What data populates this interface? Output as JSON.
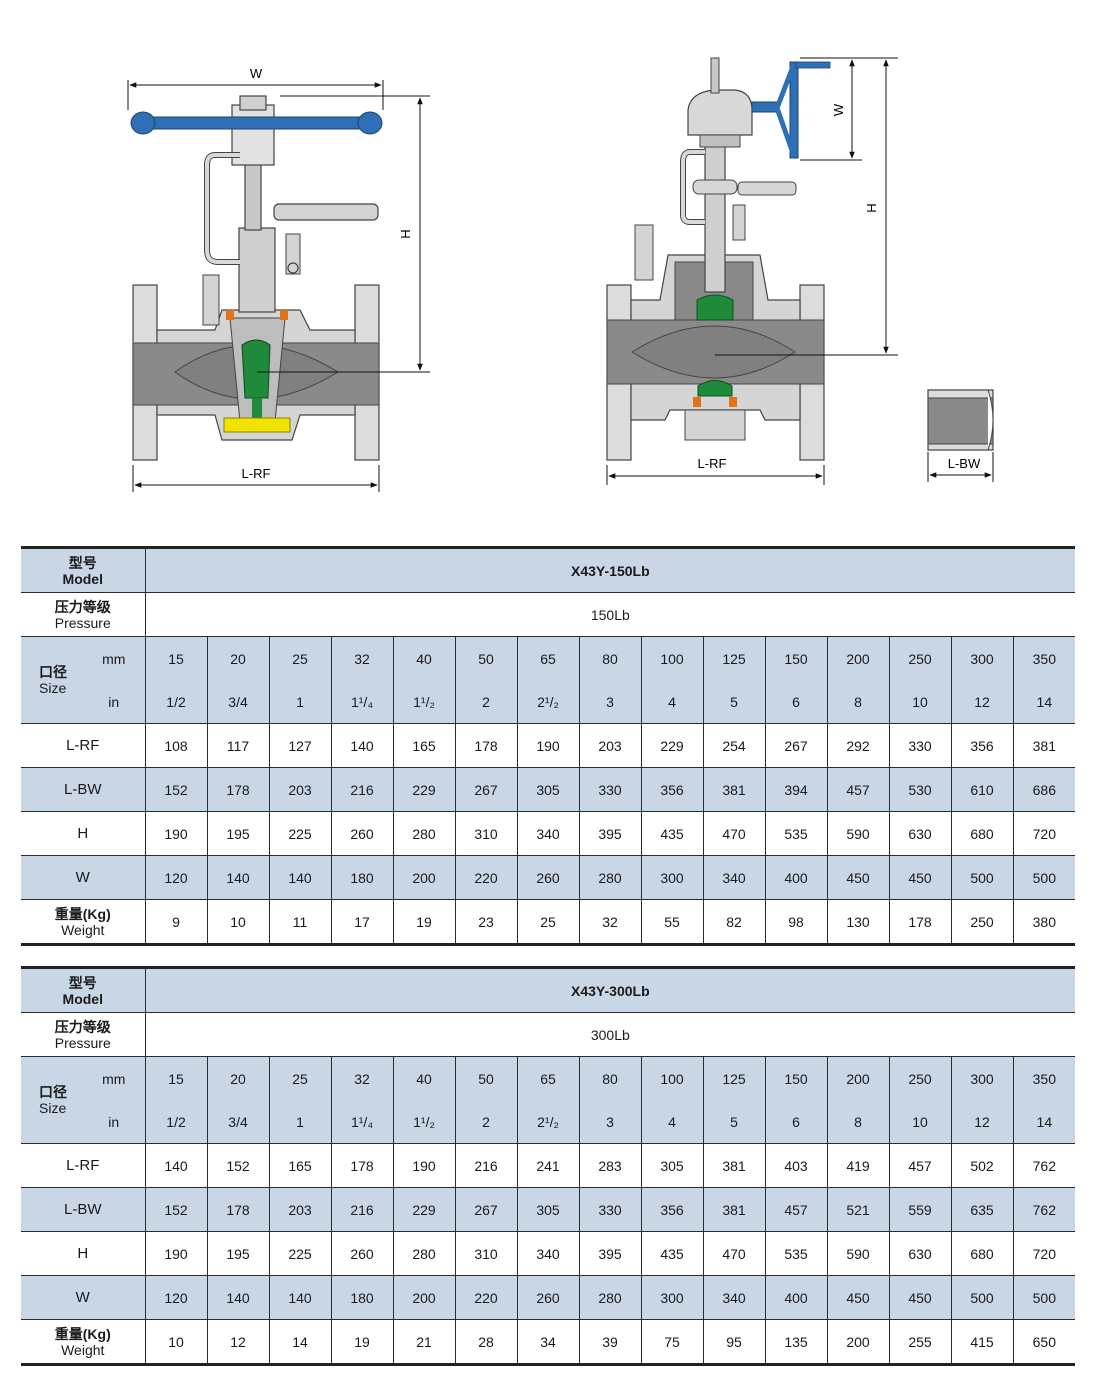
{
  "drawings": {
    "labels": {
      "w": "W",
      "h": "H",
      "l_rf": "L-RF",
      "l_bw": "L-BW"
    },
    "colors": {
      "handle_blue": "#2f6fb5",
      "body_gray": "#8c8c8c",
      "light_gray": "#d8d8d8",
      "plug_green": "#1f8a3a",
      "seal_orange": "#e0731c",
      "cover_yellow": "#f2e200"
    }
  },
  "tables": [
    {
      "model_label_zh": "型号",
      "model_label_en": "Model",
      "model": "X43Y-150Lb",
      "pressure_label_zh": "压力等级",
      "pressure_label_en": "Pressure",
      "pressure": "150Lb",
      "size_label_zh": "口径",
      "size_label_en": "Size",
      "mm_label": "mm",
      "in_label": "in",
      "mm": [
        "15",
        "20",
        "25",
        "32",
        "40",
        "50",
        "65",
        "80",
        "100",
        "125",
        "150",
        "200",
        "250",
        "300",
        "350"
      ],
      "inch": [
        "1/2",
        "3/4",
        "1",
        "1¹/₄",
        "1¹/₂",
        "2",
        "2¹/₂",
        "3",
        "4",
        "5",
        "6",
        "8",
        "10",
        "12",
        "14"
      ],
      "rows": [
        {
          "label": "L-RF",
          "values": [
            "108",
            "117",
            "127",
            "140",
            "165",
            "178",
            "190",
            "203",
            "229",
            "254",
            "267",
            "292",
            "330",
            "356",
            "381"
          ]
        },
        {
          "label": "L-BW",
          "values": [
            "152",
            "178",
            "203",
            "216",
            "229",
            "267",
            "305",
            "330",
            "356",
            "381",
            "394",
            "457",
            "530",
            "610",
            "686"
          ]
        },
        {
          "label": "H",
          "values": [
            "190",
            "195",
            "225",
            "260",
            "280",
            "310",
            "340",
            "395",
            "435",
            "470",
            "535",
            "590",
            "630",
            "680",
            "720"
          ]
        },
        {
          "label": "W",
          "values": [
            "120",
            "140",
            "140",
            "180",
            "200",
            "220",
            "260",
            "280",
            "300",
            "340",
            "400",
            "450",
            "450",
            "500",
            "500"
          ]
        }
      ],
      "weight_label_zh": "重量(Kg)",
      "weight_label_en": "Weight",
      "weight": [
        "9",
        "10",
        "11",
        "17",
        "19",
        "23",
        "25",
        "32",
        "55",
        "82",
        "98",
        "130",
        "178",
        "250",
        "380"
      ]
    },
    {
      "model_label_zh": "型号",
      "model_label_en": "Model",
      "model": "X43Y-300Lb",
      "pressure_label_zh": "压力等级",
      "pressure_label_en": "Pressure",
      "pressure": "300Lb",
      "size_label_zh": "口径",
      "size_label_en": "Size",
      "mm_label": "mm",
      "in_label": "in",
      "mm": [
        "15",
        "20",
        "25",
        "32",
        "40",
        "50",
        "65",
        "80",
        "100",
        "125",
        "150",
        "200",
        "250",
        "300",
        "350"
      ],
      "inch": [
        "1/2",
        "3/4",
        "1",
        "1¹/₄",
        "1¹/₂",
        "2",
        "2¹/₂",
        "3",
        "4",
        "5",
        "6",
        "8",
        "10",
        "12",
        "14"
      ],
      "rows": [
        {
          "label": "L-RF",
          "values": [
            "140",
            "152",
            "165",
            "178",
            "190",
            "216",
            "241",
            "283",
            "305",
            "381",
            "403",
            "419",
            "457",
            "502",
            "762"
          ]
        },
        {
          "label": "L-BW",
          "values": [
            "152",
            "178",
            "203",
            "216",
            "229",
            "267",
            "305",
            "330",
            "356",
            "381",
            "457",
            "521",
            "559",
            "635",
            "762"
          ]
        },
        {
          "label": "H",
          "values": [
            "190",
            "195",
            "225",
            "260",
            "280",
            "310",
            "340",
            "395",
            "435",
            "470",
            "535",
            "590",
            "630",
            "680",
            "720"
          ]
        },
        {
          "label": "W",
          "values": [
            "120",
            "140",
            "140",
            "180",
            "200",
            "220",
            "260",
            "280",
            "300",
            "340",
            "400",
            "450",
            "450",
            "500",
            "500"
          ]
        }
      ],
      "weight_label_zh": "重量(Kg)",
      "weight_label_en": "Weight",
      "weight": [
        "10",
        "12",
        "14",
        "19",
        "21",
        "28",
        "34",
        "39",
        "75",
        "95",
        "135",
        "200",
        "255",
        "415",
        "650"
      ]
    }
  ]
}
